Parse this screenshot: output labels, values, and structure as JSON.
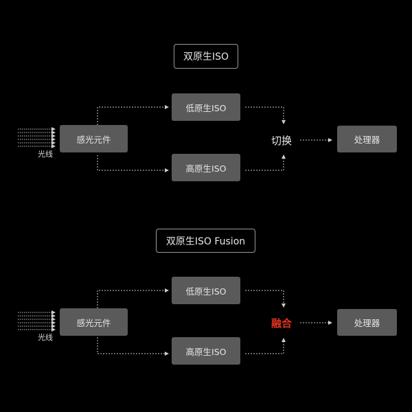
{
  "colors": {
    "background": "#000000",
    "box_fill": "#5a5a5a",
    "text": "#e6e6e6",
    "connector": "#cccccc",
    "accent": "#e5321e"
  },
  "panels": [
    {
      "title": "双原生ISO",
      "light": "光线",
      "sensor": "感光元件",
      "low_iso": "低原生ISO",
      "high_iso": "高原生ISO",
      "operation": "切换",
      "processor": "处理器"
    },
    {
      "title": "双原生ISO Fusion",
      "light": "光线",
      "sensor": "感光元件",
      "low_iso": "低原生ISO",
      "high_iso": "高原生ISO",
      "operation": "融合",
      "processor": "处理器"
    }
  ]
}
